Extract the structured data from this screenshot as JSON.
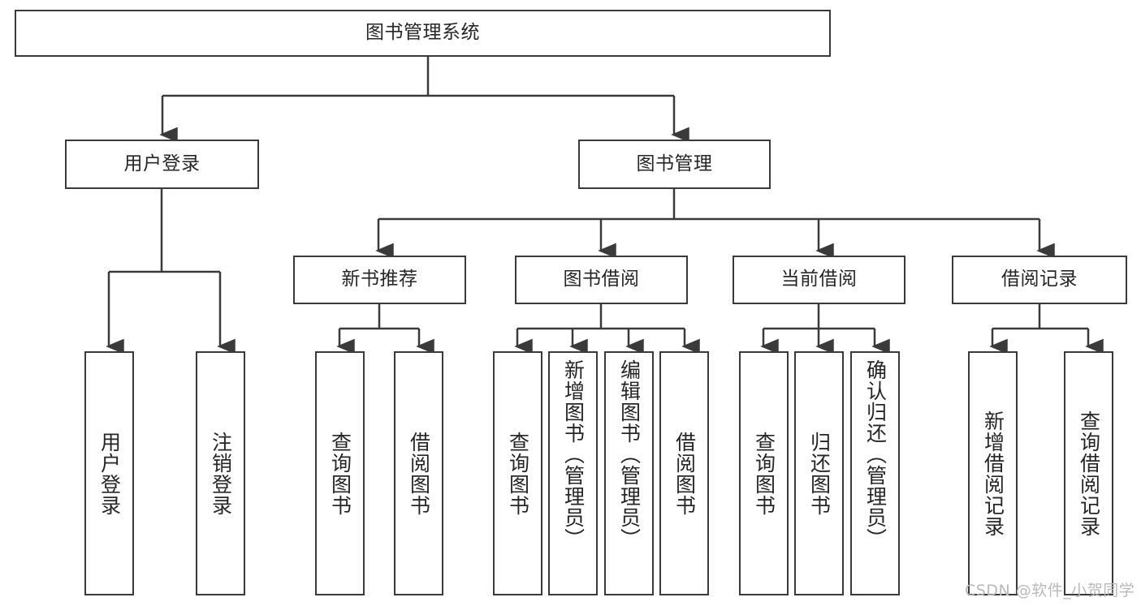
{
  "diagram": {
    "title": "图书管理系统",
    "type": "hierarchy-tree",
    "stroke_color": "#3a3a3a",
    "text_color": "#262626",
    "background_color": "#ffffff",
    "watermark": "CSDN @软件_小贺同学",
    "watermark_color": "#b9b9b9"
  },
  "nodes": {
    "root": {
      "label": "图书管理系统",
      "level": 0,
      "orientation": "horizontal"
    },
    "l1": [
      {
        "id": "user-login",
        "label": "用户登录",
        "level": 1,
        "orientation": "horizontal"
      },
      {
        "id": "book-manage",
        "label": "图书管理",
        "level": 1,
        "orientation": "horizontal"
      }
    ],
    "l2": [
      {
        "id": "new-book-rec",
        "label": "新书推荐",
        "level": 2,
        "orientation": "horizontal"
      },
      {
        "id": "book-borrow",
        "label": "图书借阅",
        "level": 2,
        "orientation": "horizontal"
      },
      {
        "id": "current-borrow",
        "label": "当前借阅",
        "level": 2,
        "orientation": "horizontal"
      },
      {
        "id": "borrow-record",
        "label": "借阅记录",
        "level": 2,
        "orientation": "horizontal"
      }
    ],
    "leaves": {
      "user_login": [
        {
          "id": "leaf-user-login",
          "label": "用户登录"
        },
        {
          "id": "leaf-logout",
          "label": "注销登录"
        }
      ],
      "new_book_rec": [
        {
          "id": "leaf-query-book-1",
          "label": "查询图书"
        },
        {
          "id": "leaf-borrow-book-1",
          "label": "借阅图书"
        }
      ],
      "book_borrow": [
        {
          "id": "leaf-query-book-2",
          "label": "查询图书"
        },
        {
          "id": "leaf-add-book",
          "label": "新增图书（管理员）"
        },
        {
          "id": "leaf-edit-book",
          "label": "编辑图书（管理员）"
        },
        {
          "id": "leaf-borrow-book-2",
          "label": "借阅图书"
        }
      ],
      "current_borrow": [
        {
          "id": "leaf-query-book-3",
          "label": "查询图书"
        },
        {
          "id": "leaf-return-book",
          "label": "归还图书"
        },
        {
          "id": "leaf-confirm-return",
          "label": "确认归还（管理员）"
        }
      ],
      "borrow_record": [
        {
          "id": "leaf-add-record",
          "label": "新增借阅记录"
        },
        {
          "id": "leaf-query-record",
          "label": "查询借阅记录"
        }
      ]
    }
  }
}
